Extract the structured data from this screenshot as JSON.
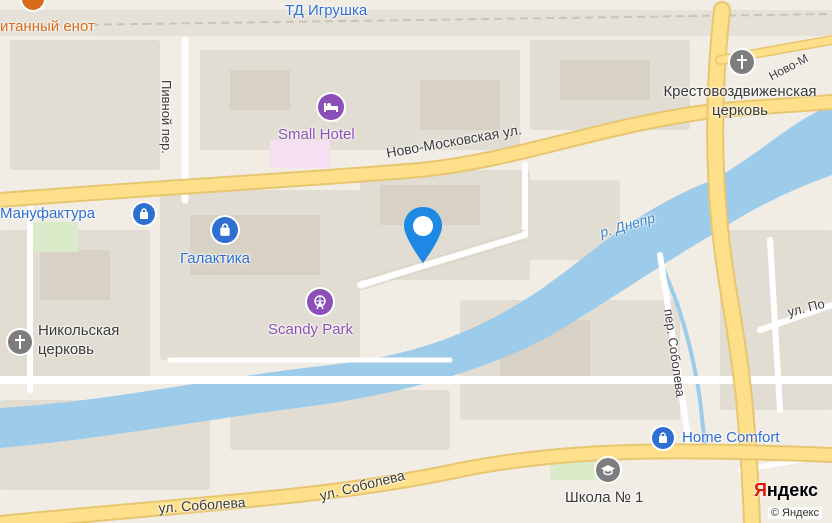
{
  "map": {
    "streets": {
      "novo_moskovskaya": "Ново-Московская ул.",
      "pivnoy": "Пивной пер.",
      "soboleva_left": "ул. Соболева",
      "soboleva_right": "ул. Соболева",
      "soboleva_lane": "пер. Соболева",
      "novo_top_right": "Ново-М",
      "ul_po": "ул. По"
    },
    "river": "р. Днепр",
    "pois": {
      "td_igrushka": "ТД Игрушка",
      "enot": "итанный енот",
      "small_hotel": "Small Hotel",
      "manufaktura": "Мануфактура",
      "galaktika": "Галактика",
      "scandy_park": "Scandy Park",
      "nikolskaya": "Никольская церковь",
      "krestovozdvizhenskaya": "Крестовоздвиженская церковь",
      "home_comfort": "Home Comfort",
      "shkola": "Школа № 1"
    },
    "icons": {
      "hotel": "bed-icon",
      "shopping": "shopping-bag-icon",
      "entertainment": "ferris-wheel-icon",
      "church": "cross-icon",
      "school": "graduation-cap-icon",
      "pin": "location-pin-icon"
    },
    "colors": {
      "shopping": "#2f6fd1",
      "hotel": "#8c4fb8",
      "entertainment": "#8c4fb8",
      "church": "#7d7d7d",
      "school": "#7d7d7d",
      "pin": "#1e88e5",
      "river": "#9dcbea",
      "highway": "#ffe08a",
      "brand_accent": "#e61400"
    },
    "brand": {
      "first": "Я",
      "rest": "ндекс"
    },
    "copyright": "© Яндекс"
  }
}
